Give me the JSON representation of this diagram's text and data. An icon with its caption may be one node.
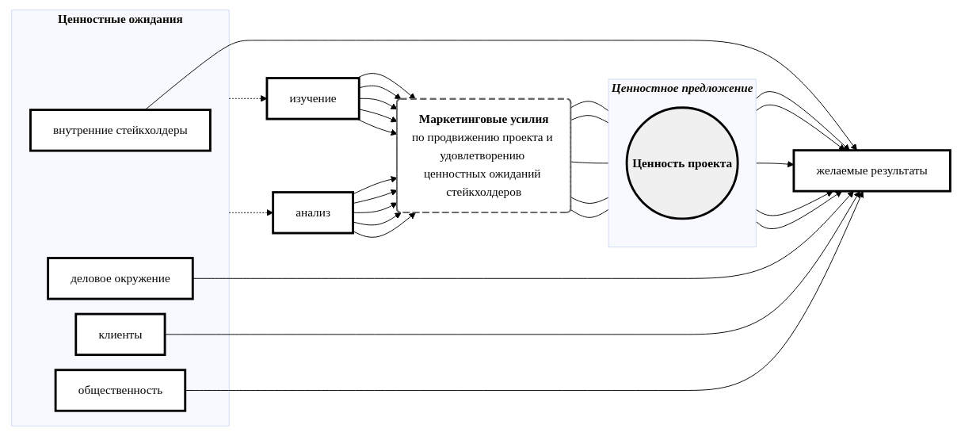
{
  "diagram": {
    "nodes": [
      {
        "text": [
          "Ценностные ожидания"
        ]
      },
      {
        "text": [
          "внутренние стейкхолдеры"
        ],
        "in": 0
      },
      {
        "text": [
          "деловое окружение"
        ],
        "in": 0
      },
      {
        "text": [
          "клиенты"
        ],
        "in": 0
      },
      {
        "text": [
          "общественность"
        ],
        "in": 0
      },
      {
        "text": [
          "желаемые результаты"
        ]
      },
      {
        "text": [
          "Ценностное предложение"
        ]
      },
      {
        "text": [
          "Ценность проекта"
        ],
        "in": 6
      },
      {
        "text": [
          "изучение"
        ]
      },
      {
        "text": [
          "Маркетинговые усилия",
          "по продвижению проекта и удовлетворению ценностных ожиданий стейкхолдеров"
        ]
      },
      {
        "text": [
          "анализ"
        ]
      }
    ],
    "edges": [
      {
        "from": 0,
        "to": 8,
        "arrow": "to",
        "style": "dashed"
      },
      {
        "from": 0,
        "to": 10,
        "arrow": "to",
        "style": "dashed"
      },
      {
        "from": 1,
        "to": 5,
        "arrow": "to"
      },
      {
        "from": 2,
        "to": 5,
        "arrow": "to"
      },
      {
        "from": 3,
        "to": 5,
        "arrow": "to"
      },
      {
        "from": 4,
        "to": 5,
        "arrow": "to"
      },
      {
        "from": 6,
        "to": 5,
        "arrow": "to"
      },
      {
        "from": 6,
        "to": 5,
        "arrow": "to"
      },
      {
        "from": 6,
        "to": 5,
        "arrow": "to"
      },
      {
        "from": 6,
        "to": 5,
        "arrow": "to"
      },
      {
        "from": 6,
        "to": 5,
        "arrow": "to"
      },
      {
        "from": 9,
        "to": 6,
        "arrow": "none"
      },
      {
        "from": 9,
        "to": 6,
        "arrow": "none"
      },
      {
        "from": 9,
        "to": 6,
        "arrow": "none"
      },
      {
        "from": 9,
        "to": 6,
        "arrow": "none"
      },
      {
        "from": 9,
        "to": 6,
        "arrow": "none"
      },
      {
        "from": 8,
        "to": 9,
        "arrow": "to"
      },
      {
        "from": 8,
        "to": 9,
        "arrow": "to"
      },
      {
        "from": 8,
        "to": 9,
        "arrow": "to"
      },
      {
        "from": 8,
        "to": 9,
        "arrow": "to"
      },
      {
        "from": 8,
        "to": 9,
        "arrow": "to"
      },
      {
        "from": 10,
        "to": 9,
        "arrow": "to"
      },
      {
        "from": 10,
        "to": 9,
        "arrow": "to"
      },
      {
        "from": 10,
        "to": 9,
        "arrow": "to"
      },
      {
        "from": 10,
        "to": 9,
        "arrow": "to"
      },
      {
        "from": 10,
        "to": 9,
        "arrow": "to"
      }
    ]
  }
}
